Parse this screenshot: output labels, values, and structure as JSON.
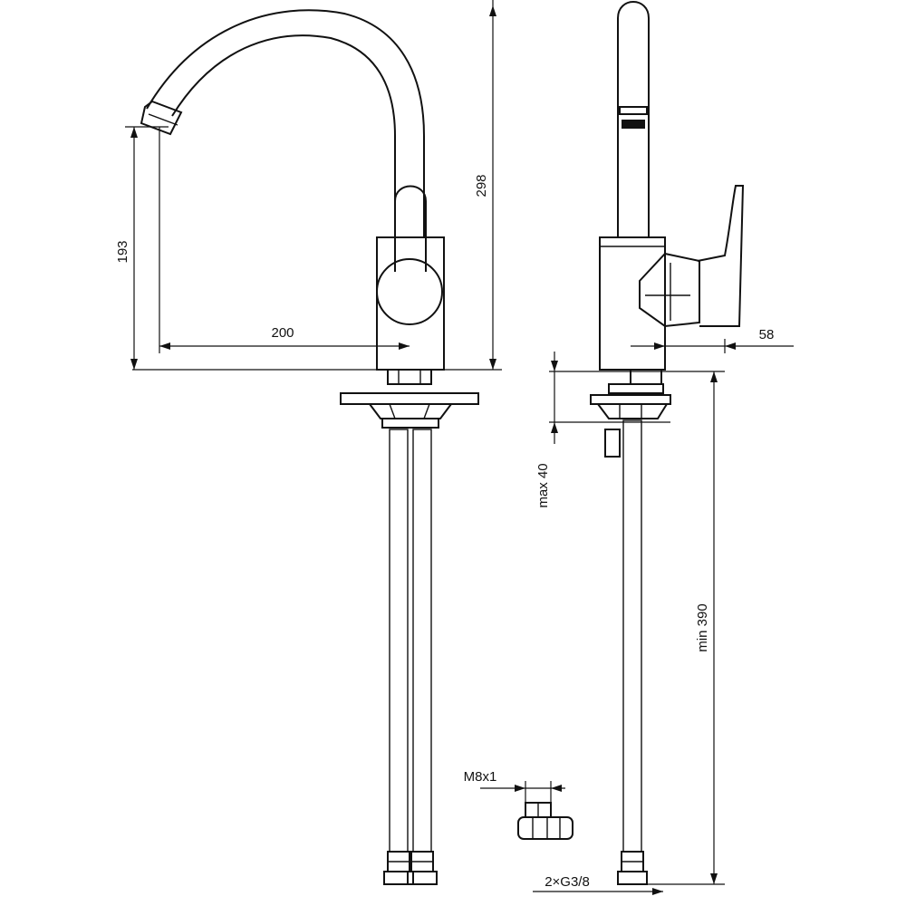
{
  "drawing": {
    "front_view": {
      "spout_height": "193",
      "spout_reach": "200",
      "total_height": "298"
    },
    "side_view": {
      "lever_projection": "58",
      "max_counter_thickness": "max 40",
      "min_hose_length": "min 390"
    },
    "fittings": {
      "nut_size": "M8x1",
      "connection": "2×G3/8"
    }
  }
}
